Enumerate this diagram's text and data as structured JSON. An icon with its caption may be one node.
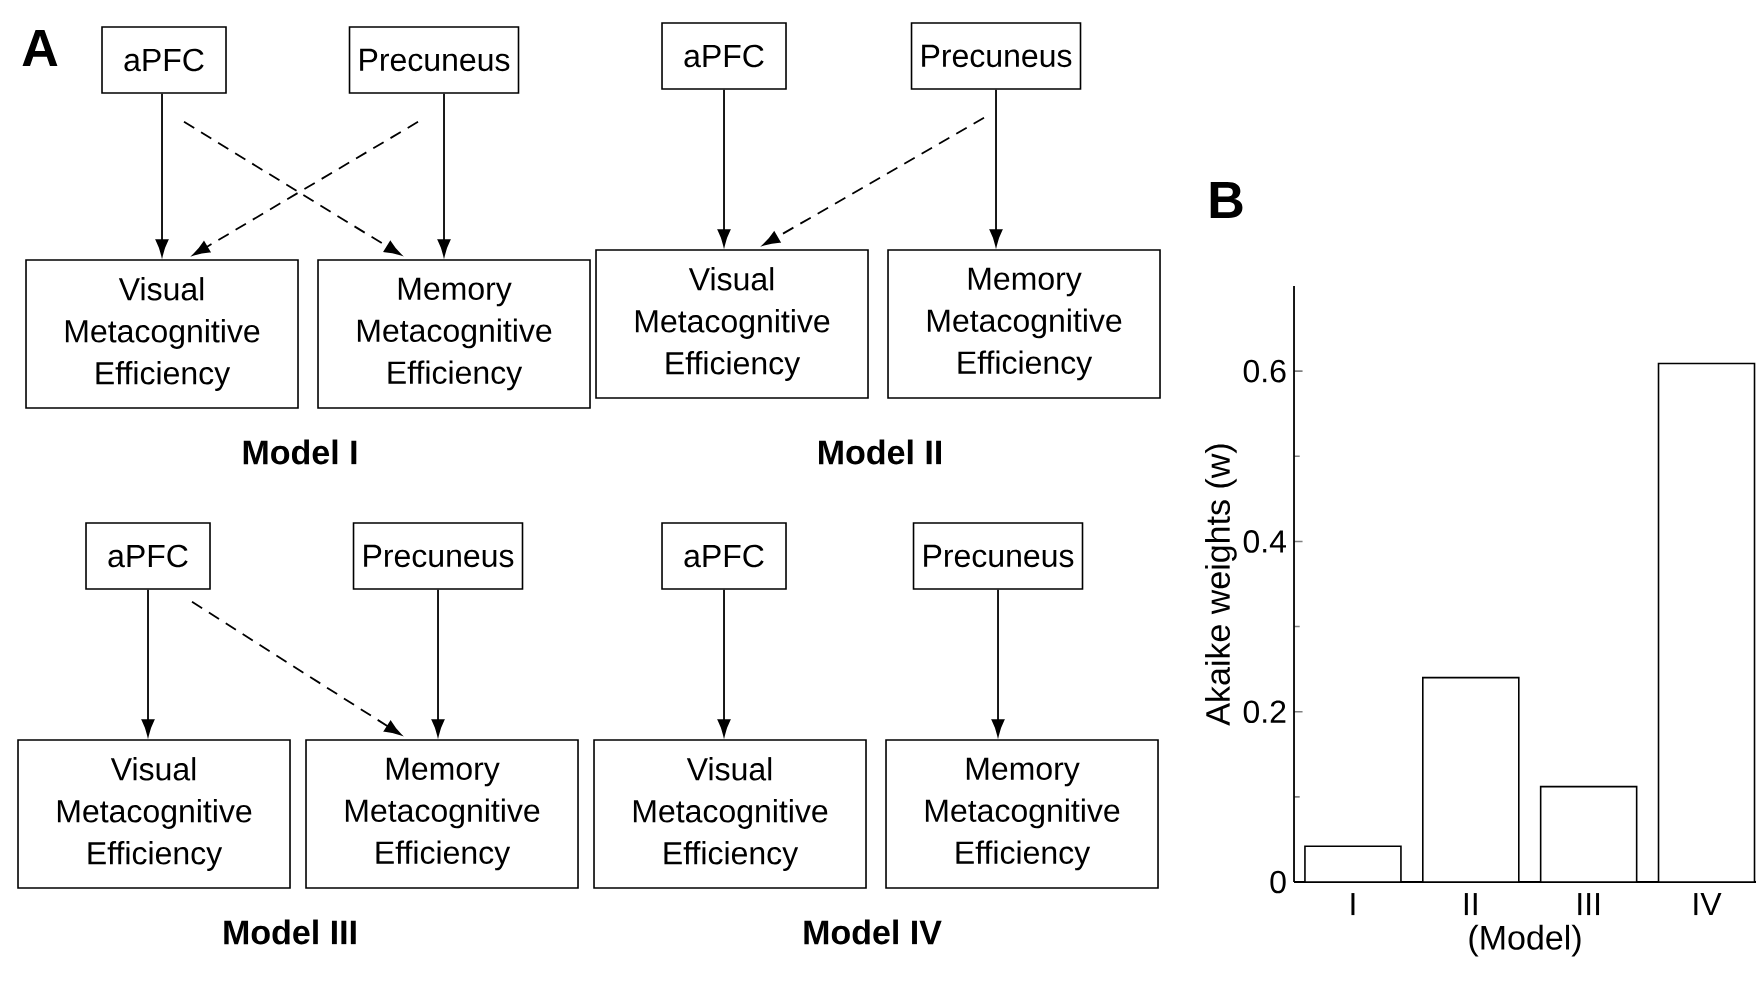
{
  "diagram": {
    "nodes": [
      {
        "text": [
          "aPFC"
        ]
      },
      {
        "text": [
          "Precuneus"
        ]
      },
      {
        "text": [
          "Visual Metacognitive Efficiency"
        ]
      },
      {
        "text": [
          "Memory Metacognitive Efficiency"
        ]
      },
      {
        "text": [
          "aPFC"
        ]
      },
      {
        "text": [
          "Precuneus"
        ]
      },
      {
        "text": [
          "Visual Metacognitive Efficiency"
        ]
      },
      {
        "text": [
          "Memory Metacognitive Efficiency"
        ]
      },
      {
        "text": [
          "aPFC"
        ]
      },
      {
        "text": [
          "Precuneus"
        ]
      },
      {
        "text": [
          "Visual Metacognitive Efficiency"
        ]
      },
      {
        "text": [
          "Memory Metacognitive Efficiency"
        ]
      },
      {
        "text": [
          "aPFC"
        ]
      },
      {
        "text": [
          "Precuneus"
        ]
      },
      {
        "text": [
          "Visual Metacognitive Efficiency"
        ]
      },
      {
        "text": [
          "Memory Metacognitive Efficiency"
        ]
      }
    ],
    "edges": [
      {
        "from": 0,
        "to": 2,
        "arrow": "to"
      },
      {
        "from": 1,
        "to": 3,
        "arrow": "to"
      },
      {
        "from": 0,
        "to": 3,
        "arrow": "to",
        "style": "dashed"
      },
      {
        "from": 1,
        "to": 2,
        "arrow": "to",
        "style": "dashed"
      },
      {
        "from": 4,
        "to": 6,
        "arrow": "to"
      },
      {
        "from": 5,
        "to": 7,
        "arrow": "to"
      },
      {
        "from": 5,
        "to": 6,
        "arrow": "to",
        "style": "dashed"
      },
      {
        "from": 8,
        "to": 10,
        "arrow": "to"
      },
      {
        "from": 9,
        "to": 11,
        "arrow": "to"
      },
      {
        "from": 8,
        "to": 11,
        "arrow": "to",
        "style": "dashed"
      },
      {
        "from": 12,
        "to": 14,
        "arrow": "to"
      },
      {
        "from": 13,
        "to": 15,
        "arrow": "to"
      }
    ],
    "labels": [
      "A",
      "Model I",
      "Model II",
      "B",
      "Model III",
      "Model IV"
    ],
    "chart_data": {
      "type": "bar",
      "xlabel": "(Model)",
      "ylabel": "Akaike weights (w)",
      "categories": [
        "I",
        "II",
        "III",
        "IV"
      ],
      "values": [
        0.042,
        0.24,
        0.112,
        0.609
      ],
      "ylim": [
        0,
        0.7
      ],
      "yticks": [
        0,
        0.2,
        0.4,
        0.6
      ]
    }
  }
}
